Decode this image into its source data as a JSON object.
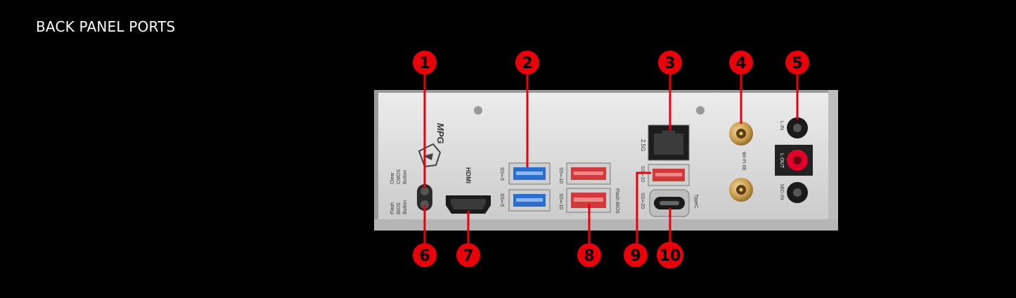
{
  "page": {
    "title": "BACK PANEL PORTS"
  },
  "callouts": [
    "1",
    "2",
    "3",
    "4",
    "5",
    "6",
    "7",
    "8",
    "9",
    "10"
  ],
  "panel_labels": {
    "brand": "MPG",
    "hdmi": "HDMI",
    "clear_cmos_1": "Clear",
    "clear_cmos_2": "CMOS",
    "clear_cmos_3": "Button",
    "flash_bios_1": "Flash",
    "flash_bios_2": "BIOS",
    "flash_bios_3": "Button",
    "usb_left_top": "SS⇐5",
    "usb_left_bottom": "SS⇐5",
    "usb_mid_top": "SS⇐10",
    "usb_mid_bottom": "SS⇐10",
    "flash_bios_port": "Flash BIOS",
    "lan_speed": "2.5G",
    "usb_right_top": "SS⇐10",
    "usb_typec": "SS⇐20",
    "typec": "TypeC",
    "wifi": "Wi-Fi 6E",
    "line_in": "L-IN",
    "line_out": "L-OUT",
    "mic_in": "MIC-IN"
  },
  "colors": {
    "callout_red": "#e8000b",
    "panel": "#d8d8d8",
    "usb3_blue": "#2a6fd0",
    "usb_red": "#d23a3a",
    "audio_pink": "#e0002a",
    "antenna_gold": "#c89a4a"
  }
}
